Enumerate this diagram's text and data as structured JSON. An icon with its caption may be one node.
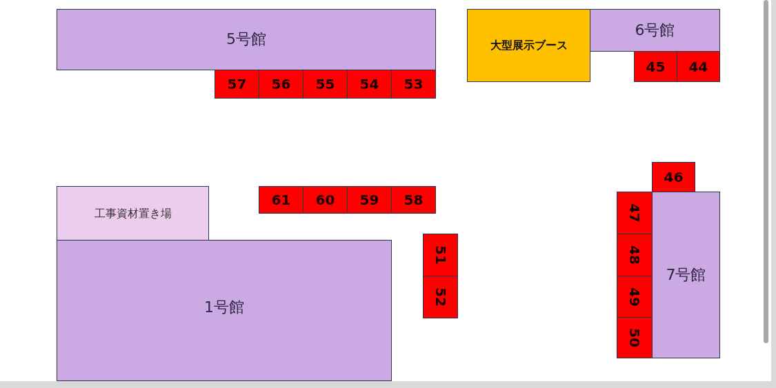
{
  "diagram": {
    "nodes": [
      {
        "text": [
          "5号館"
        ]
      },
      {
        "text": [
          "大型展示ブース"
        ]
      },
      {
        "text": [
          "6号館"
        ]
      },
      {
        "text": [
          "57"
        ]
      },
      {
        "text": [
          "56"
        ]
      },
      {
        "text": [
          "55"
        ]
      },
      {
        "text": [
          "54"
        ]
      },
      {
        "text": [
          "53"
        ]
      },
      {
        "text": [
          "45"
        ]
      },
      {
        "text": [
          "44"
        ]
      },
      {
        "text": [
          "46"
        ]
      },
      {
        "text": [
          "工事資材置き場"
        ]
      },
      {
        "text": [
          "61"
        ]
      },
      {
        "text": [
          "60"
        ]
      },
      {
        "text": [
          "59"
        ]
      },
      {
        "text": [
          "58"
        ]
      },
      {
        "text": [
          "47"
        ]
      },
      {
        "text": [
          "7号館"
        ]
      },
      {
        "text": [
          "51"
        ]
      },
      {
        "text": [
          "48"
        ]
      },
      {
        "text": [
          "1号館"
        ]
      },
      {
        "text": [
          "52"
        ]
      },
      {
        "text": [
          "49"
        ]
      },
      {
        "text": [
          "50"
        ]
      }
    ]
  }
}
